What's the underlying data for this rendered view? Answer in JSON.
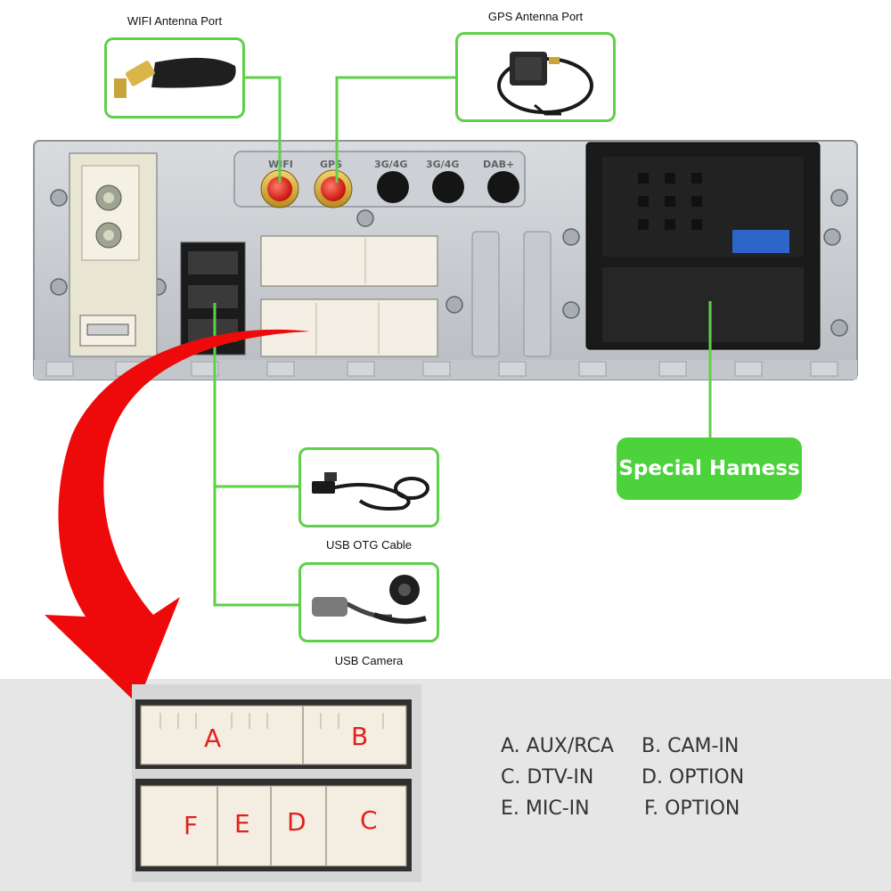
{
  "callouts": {
    "wifi": "WIFI Antenna Port",
    "gps": "GPS Antenna Port",
    "otg": "USB OTG Cable",
    "camera": "USB Camera"
  },
  "harness": "Special Hamess",
  "panel_labels": [
    "WIFI",
    "GPS",
    "3G/4G",
    "3G/4G",
    "DAB+"
  ],
  "port_letters": {
    "a": "A",
    "b": "B",
    "c": "C",
    "d": "D",
    "e": "E",
    "f": "F"
  },
  "legend": [
    [
      "A. AUX/RCA",
      "B. CAM-IN"
    ],
    [
      "C. DTV-IN",
      "D. OPTION"
    ],
    [
      "E. MIC-IN",
      "F. OPTION"
    ]
  ],
  "colors": {
    "callout_green": "#5fd04a",
    "badge_green": "#4cd23a",
    "arrow_red": "#ee0a0a",
    "letter_red": "#e0211d"
  }
}
